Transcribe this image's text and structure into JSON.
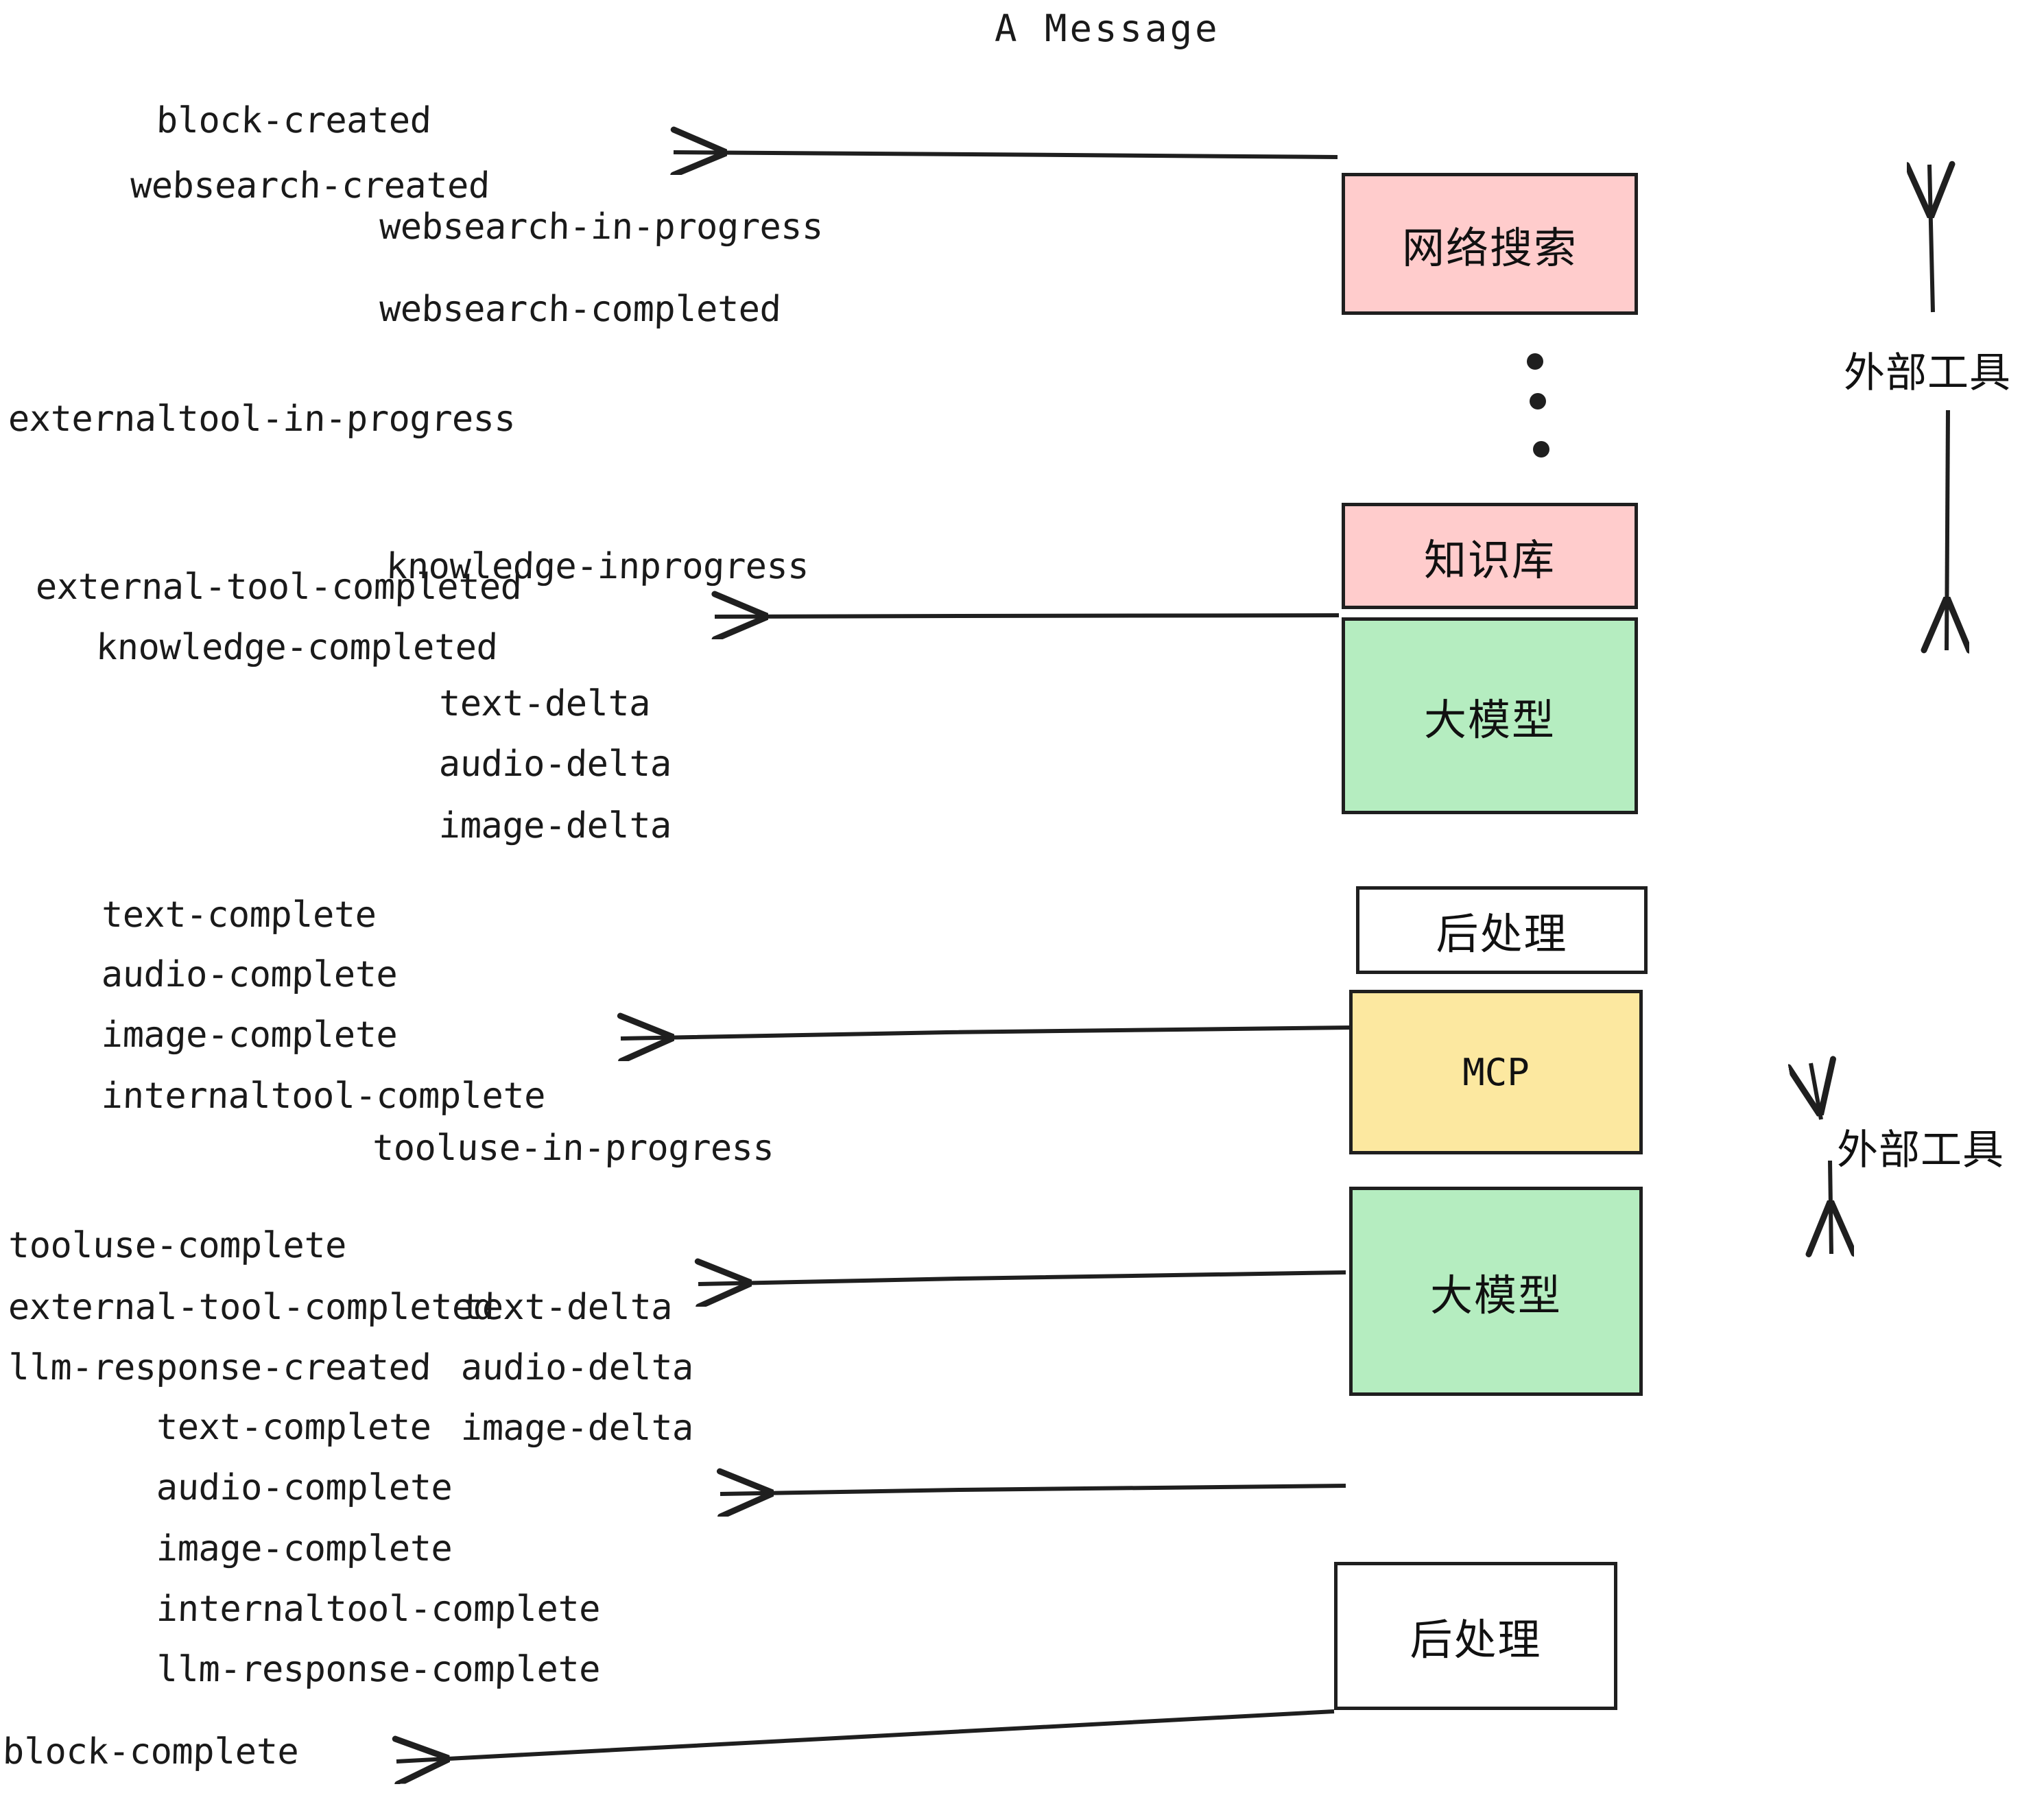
{
  "diagram": {
    "title": "A Message",
    "boxes": [
      {
        "id": "websearch",
        "label": "网络搜索",
        "fill": "#FFCCCC",
        "stroke": "#1f1f1f"
      },
      {
        "id": "knowledge",
        "label": "知识库",
        "fill": "#FFCCCC",
        "stroke": "#1f1f1f"
      },
      {
        "id": "llm-top",
        "label": "大模型",
        "fill": "#B5EDC0",
        "stroke": "#1f1f1f"
      },
      {
        "id": "post-top",
        "label": "后处理",
        "fill": "#FFFFFF",
        "stroke": "#1f1f1f"
      },
      {
        "id": "mcp",
        "label": "MCP",
        "fill": "#FCE8A0",
        "stroke": "#1f1f1f"
      },
      {
        "id": "llm-bottom",
        "label": "大模型",
        "fill": "#B5EDC0",
        "stroke": "#1f1f1f"
      },
      {
        "id": "post-bottom",
        "label": "后处理",
        "fill": "#FFFFFF",
        "stroke": "#1f1f1f"
      }
    ],
    "side_labels": [
      {
        "id": "external-tool-top",
        "text": "外部工具"
      },
      {
        "id": "external-tool-bottom",
        "text": "外部工具"
      }
    ],
    "events": [
      {
        "id": "block-created",
        "text": "block-created"
      },
      {
        "id": "websearch-created",
        "text": "websearch-created"
      },
      {
        "id": "websearch-in-progress",
        "text": "websearch-in-progress"
      },
      {
        "id": "websearch-completed",
        "text": "websearch-completed"
      },
      {
        "id": "externaltool-in-progress",
        "text": "externaltool-in-progress"
      },
      {
        "id": "knowledge-inprogress",
        "text": "knowledge-inprogress"
      },
      {
        "id": "external-tool-completed-1",
        "text": "external-tool-completed"
      },
      {
        "id": "knowledge-completed",
        "text": "knowledge-completed"
      },
      {
        "id": "text-delta-1",
        "text": "text-delta"
      },
      {
        "id": "audio-delta-1",
        "text": "audio-delta"
      },
      {
        "id": "image-delta-1",
        "text": "image-delta"
      },
      {
        "id": "text-complete-1",
        "text": "text-complete"
      },
      {
        "id": "audio-complete-1",
        "text": "audio-complete"
      },
      {
        "id": "image-complete-1",
        "text": "image-complete"
      },
      {
        "id": "internaltool-complete-1",
        "text": "internaltool-complete"
      },
      {
        "id": "tooluse-in-progress",
        "text": "tooluse-in-progress"
      },
      {
        "id": "tooluse-complete",
        "text": "tooluse-complete"
      },
      {
        "id": "external-tool-completed-2",
        "text": "external-tool-completed"
      },
      {
        "id": "llm-response-created",
        "text": "llm-response-created"
      },
      {
        "id": "text-delta-2",
        "text": "text-delta"
      },
      {
        "id": "audio-delta-2",
        "text": "audio-delta"
      },
      {
        "id": "image-delta-2",
        "text": "image-delta"
      },
      {
        "id": "text-complete-2",
        "text": "text-complete"
      },
      {
        "id": "audio-complete-2",
        "text": "audio-complete"
      },
      {
        "id": "image-complete-2",
        "text": "image-complete"
      },
      {
        "id": "internaltool-complete-2",
        "text": "internaltool-complete"
      },
      {
        "id": "llm-response-complete",
        "text": "llm-response-complete"
      },
      {
        "id": "block-complete",
        "text": "block-complete"
      }
    ],
    "ellipsis_dots": 3,
    "colors": {
      "pink": "#FFCCCC",
      "green": "#B5EDC0",
      "yellow": "#FCE8A0",
      "white": "#FFFFFF",
      "ink": "#1f1f1f"
    }
  }
}
